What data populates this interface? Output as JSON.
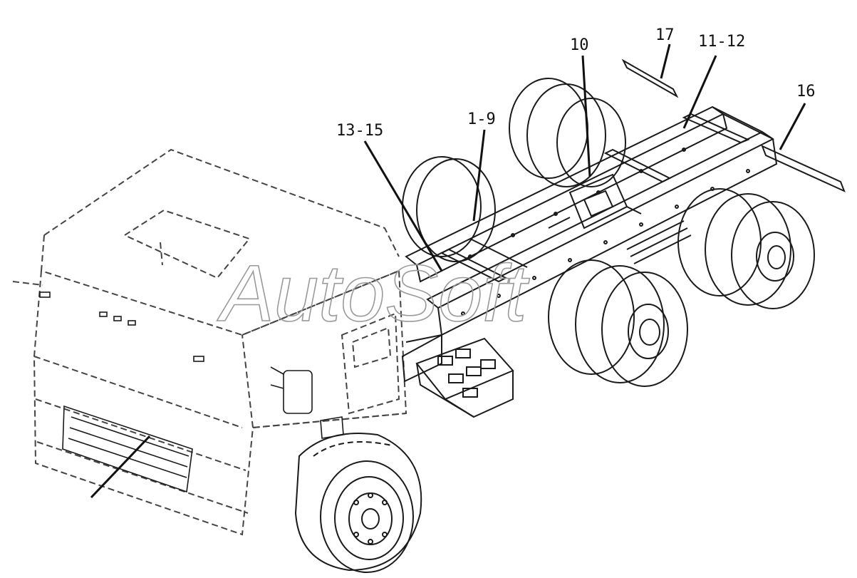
{
  "watermark": "AutoSoft",
  "callouts": {
    "c17": "17",
    "c10": "10",
    "c1112": "11-12",
    "c16": "16",
    "c1315": "13-15",
    "c19": "1-9"
  },
  "colors": {
    "line": "#1a1a1a",
    "dash": "#444444",
    "watermark": "#9a9a9a",
    "background": "#ffffff"
  }
}
